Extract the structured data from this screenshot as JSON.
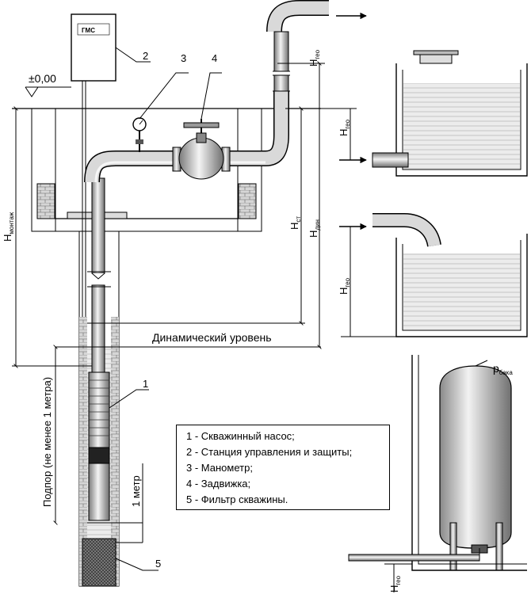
{
  "labels": {
    "ref_level": "±0,00",
    "dynamic_level": "Динамический уровень",
    "backwater": "Подпор (не менее 1 метра)",
    "one_meter": "1 метр",
    "control_logo": "ГМС"
  },
  "callouts": [
    "1",
    "2",
    "3",
    "4",
    "5"
  ],
  "dimensions": {
    "h_montazh": {
      "main": "H",
      "sub": "монтаж"
    },
    "h_st": {
      "main": "H",
      "sub": "ст"
    },
    "h_din": {
      "main": "H",
      "sub": "дин"
    },
    "h_geo_outlet": {
      "main": "H",
      "sub": "гео"
    },
    "h_geo_tank1": {
      "main": "H",
      "sub": "гео"
    },
    "h_geo_tank2": {
      "main": "H",
      "sub": "гео"
    },
    "h_geo_vessel": {
      "main": "H",
      "sub": "гео"
    },
    "p_tank": {
      "main": "p",
      "sub": "бака"
    }
  },
  "legend": [
    "1 - Скважинный насос;",
    "2 - Станция управления и защиты;",
    "3 - Манометр;",
    "4 - Задвижка;",
    "5 - Фильтр скважины."
  ],
  "colors": {
    "pipe_gradient_light": "#f4f4f4",
    "pipe_gradient_dark": "#7a7a7a",
    "water": "#e6e6e6",
    "brick": "#c8c8c8"
  }
}
